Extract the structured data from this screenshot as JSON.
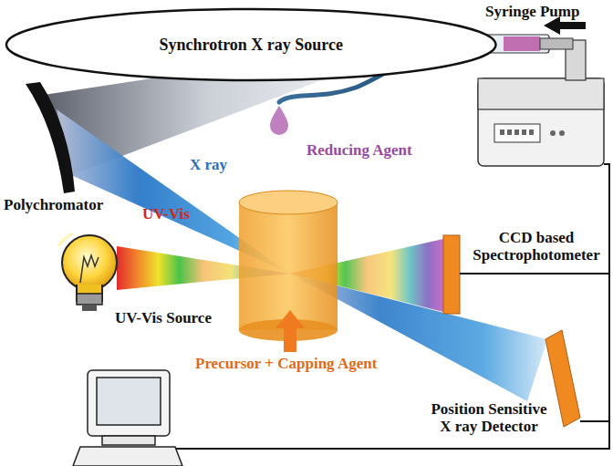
{
  "diagram": {
    "nodes": [
      {
        "text": [
          "Synchrotron X ray Source"
        ]
      }
    ],
    "labels": [
      "Syringe Pump",
      "Polychromator",
      "Reducing Agent",
      "X ray",
      "UV-Vis",
      "CCD based Spectrophotometer",
      "UV-Vis Source",
      "Precursor + Capping Agent",
      "Position Sensitive X ray Detector"
    ]
  }
}
